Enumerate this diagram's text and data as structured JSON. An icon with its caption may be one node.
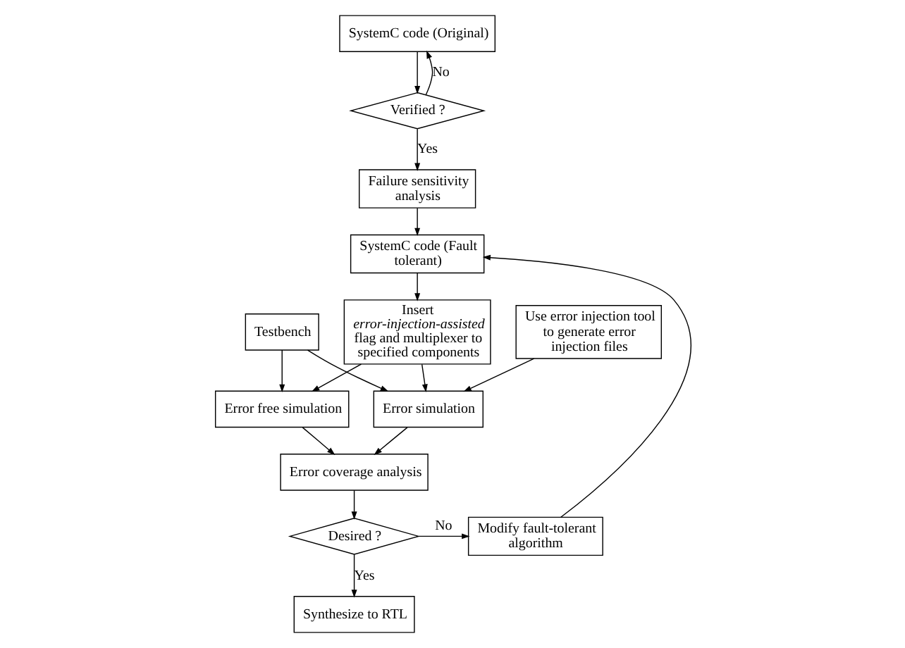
{
  "diagram": {
    "nodes": [
      {
        "text": [
          "SystemC code (Original)"
        ]
      },
      {
        "text": [
          "Verified ?"
        ]
      },
      {
        "text": [
          "Failure sensitivity analysis"
        ]
      },
      {
        "text": [
          "SystemC code (Fault tolerant)"
        ]
      },
      {
        "text": [
          "Insert *error-injection-assisted* flag and multiplexer to specified components"
        ]
      },
      {
        "text": [
          "Use error injection tool to generate error injection files"
        ]
      },
      {
        "text": [
          "Testbench"
        ]
      },
      {
        "text": [
          "Error simulation"
        ]
      },
      {
        "text": [
          "Error free simulation"
        ]
      },
      {
        "text": [
          "Error coverage analysis"
        ]
      },
      {
        "text": [
          "Modify fault-tolerant algorithm"
        ]
      },
      {
        "text": [
          "Desired ?"
        ]
      },
      {
        "text": [
          "Synthesize to RTL"
        ]
      }
    ],
    "edges": [
      {
        "from": 0,
        "to": 1,
        "arrow": "to"
      },
      {
        "from": 1,
        "to": 0,
        "arrow": "to",
        "label": "No"
      },
      {
        "from": 1,
        "to": 2,
        "arrow": "to",
        "label": "Yes"
      },
      {
        "from": 2,
        "to": 3,
        "arrow": "to"
      },
      {
        "from": 3,
        "to": 4,
        "arrow": "to"
      },
      {
        "from": 4,
        "to": 7,
        "arrow": "to"
      },
      {
        "from": 4,
        "to": 8,
        "arrow": "to"
      },
      {
        "from": 5,
        "to": 7,
        "arrow": "to"
      },
      {
        "from": 6,
        "to": 7,
        "arrow": "to"
      },
      {
        "from": 6,
        "to": 8,
        "arrow": "to"
      },
      {
        "from": 7,
        "to": 9,
        "arrow": "to"
      },
      {
        "from": 8,
        "to": 9,
        "arrow": "to"
      },
      {
        "from": 9,
        "to": 11,
        "arrow": "to"
      },
      {
        "from": 11,
        "to": 10,
        "arrow": "to",
        "label": "No"
      },
      {
        "from": 11,
        "to": 12,
        "arrow": "to",
        "label": "Yes"
      },
      {
        "from": 10,
        "to": 3,
        "arrow": "to"
      }
    ]
  }
}
